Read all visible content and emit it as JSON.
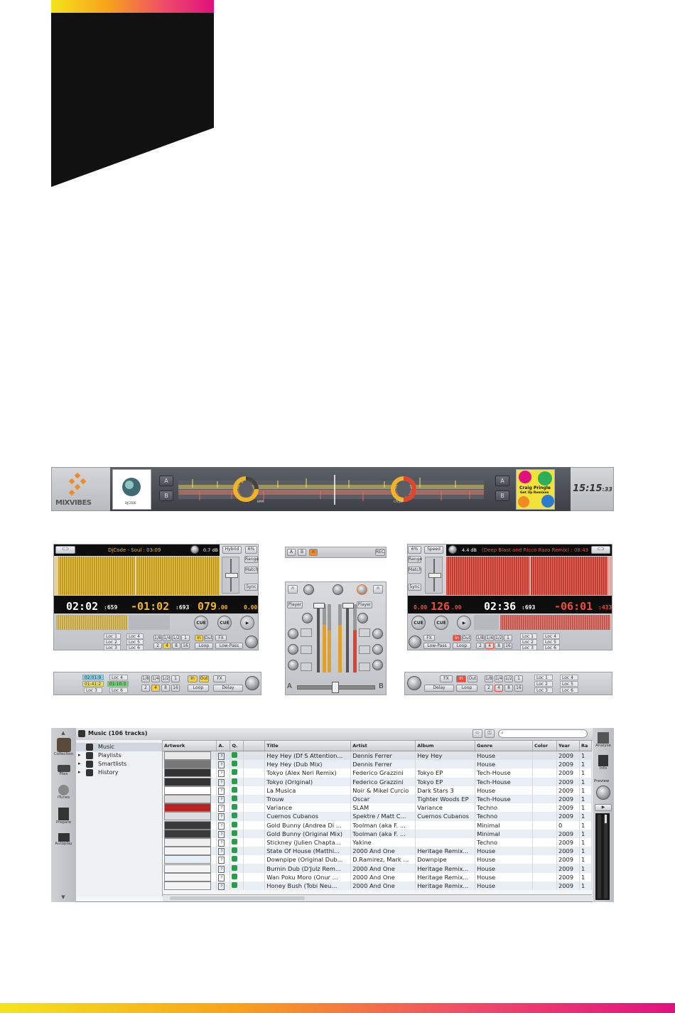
{
  "overview": {
    "deck_a_label": "A",
    "deck_b_label": "B",
    "right_a_label": "A",
    "right_b_label": "B",
    "logo_text": "MIXVIBES",
    "art_left_caption": "DJCODE",
    "art_right_artist": "Craig Pringle",
    "art_right_title": "Get Up Remixes",
    "ring_left_label": "BPM",
    "ring_right_label": "CYCLE",
    "clock_main": "15:15",
    "clock_seconds": ":33"
  },
  "deck_left": {
    "title": "DjCode - Soul : 03:09",
    "gain": "0.7 dB",
    "mode": "Hybrid",
    "pct": "6%",
    "range": "Range",
    "match": "Match",
    "sync": "Sync",
    "time": "02:02",
    "time_ms": ":659",
    "remain": "-01:02",
    "remain_ms": ":693",
    "bpm": "079",
    "bpm_dec": ".00",
    "extra": "0.00",
    "cue1": "CUE",
    "cue2": "CUE",
    "locs": [
      "Loc 1",
      "Loc 2",
      "Loc 3",
      "Loc 4",
      "Loc 5",
      "Loc 6"
    ],
    "loops_top": [
      "1/8",
      "1/4",
      "1/2",
      "1"
    ],
    "loops_bot": [
      "2",
      "4",
      "8",
      "16"
    ],
    "in": "In",
    "out": "Out",
    "loop": "Loop",
    "fx": "FX",
    "filter": "Low-Pass"
  },
  "deck_right": {
    "title": "(Deep Blast and Ricco Razo Remix) : 08:43",
    "gain": "4.4 dB",
    "speed": "Speed",
    "pct": "6%",
    "range": "Range",
    "match": "Match",
    "sync": "Sync",
    "extra": "0.00",
    "bpm": "126",
    "bpm_dec": ".00",
    "time": "02:36",
    "time_ms": ":693",
    "remain": "-06:01",
    "remain_ms": ":433",
    "cue1": "CUE",
    "cue2": "CUE",
    "locs": [
      "Loc 1",
      "Loc 2",
      "Loc 3",
      "Loc 4",
      "Loc 5",
      "Loc 6"
    ],
    "loops_top": [
      "1/8",
      "1/4",
      "1/2",
      "1"
    ],
    "loops_bot": [
      "2",
      "4",
      "8",
      "16"
    ],
    "in": "In",
    "out": "Out",
    "loop": "Loop",
    "fx": "FX",
    "filter": "Low-Pass"
  },
  "fx_left": {
    "cue_a": "02:01:9",
    "cue_b": "01:41:2",
    "cue_c": "01:10:3",
    "locs": [
      "Loc 4",
      "Loc 3",
      "Loc 6"
    ],
    "loops_top": [
      "1/8",
      "1/4",
      "1/2",
      "1"
    ],
    "loops_bot": [
      "2",
      "4",
      "8",
      "16"
    ],
    "in": "In",
    "out": "Out",
    "loop": "Loop",
    "fx": "FX",
    "effect": "Delay"
  },
  "fx_right": {
    "effect": "Delay",
    "fx": "FX",
    "in": "In",
    "out": "Out",
    "loop": "Loop",
    "loops_top": [
      "1/8",
      "1/4",
      "1/2",
      "1"
    ],
    "loops_bot": [
      "2",
      "4",
      "8",
      "16"
    ],
    "locs": [
      "Loc 1",
      "Loc 2",
      "Loc 3",
      "Loc 4",
      "Loc 5",
      "Loc 6"
    ]
  },
  "mixer": {
    "top_a": "A",
    "top_b": "B",
    "rec": "REC",
    "player_left": "Player",
    "player_right": "Player",
    "xfade_a": "A",
    "xfade_b": "B"
  },
  "library": {
    "title": "Music (106 tracks)",
    "search_placeholder": "",
    "sidebar": [
      "Collection",
      "Files",
      "iTunes",
      "Prepare",
      "Autoplay"
    ],
    "tree": [
      "Music",
      "Playlists",
      "Smartlists",
      "History"
    ],
    "right_panel": [
      "Analyse",
      "Info",
      "Preview"
    ],
    "columns": [
      "Artwork",
      "A.",
      "Q.",
      "",
      "Title",
      "Artist",
      "Album",
      "Genre",
      "Color",
      "Year",
      "Ra"
    ],
    "tracks": [
      {
        "title": "Hey Hey (Df S Attention...",
        "artist": "Dennis Ferrer",
        "album": "Hey Hey",
        "genre": "House",
        "year": "2009"
      },
      {
        "title": "Hey Hey (Dub Mix)",
        "artist": "Dennis Ferrer",
        "album": "",
        "genre": "House",
        "year": "2009"
      },
      {
        "title": "Tokyo (Alex Neri Remix)",
        "artist": "Federico Grazzini",
        "album": "Tokyo EP",
        "genre": "Tech-House",
        "year": "2009"
      },
      {
        "title": "Tokyo (Original)",
        "artist": "Federico Grazzini",
        "album": "Tokyo EP",
        "genre": "Tech-House",
        "year": "2009"
      },
      {
        "title": "La Musica",
        "artist": "Noir & Mikel Curcio",
        "album": "Dark Stars 3",
        "genre": "House",
        "year": "2009"
      },
      {
        "title": "Trouw",
        "artist": "Oscar",
        "album": "Tighter Woods EP",
        "genre": "Tech-House",
        "year": "2009"
      },
      {
        "title": "Variance",
        "artist": "SLAM",
        "album": "Variance",
        "genre": "Techno",
        "year": "2009"
      },
      {
        "title": "Cuernos Cubanos",
        "artist": "Spektre / Matt C...",
        "album": "Cuernos Cubanos",
        "genre": "Techno",
        "year": "2009"
      },
      {
        "title": "Gold Bunny (Andrea Di ...",
        "artist": "Toolman (aka F. ...",
        "album": "",
        "genre": "Minimal",
        "year": "0"
      },
      {
        "title": "Gold Bunny (Original Mix)",
        "artist": "Toolman (aka F. ...",
        "album": "",
        "genre": "Minimal",
        "year": "2009"
      },
      {
        "title": "Stickney (Julien Chapta...",
        "artist": "Yakine",
        "album": "",
        "genre": "Techno",
        "year": "2009"
      },
      {
        "title": "State Of House (Matthi...",
        "artist": "2000 And One",
        "album": "Heritage Remix...",
        "genre": "House",
        "year": "2009"
      },
      {
        "title": "Downpipe (Original Dub...",
        "artist": "D.Ramirez, Mark ...",
        "album": "Downpipe",
        "genre": "House",
        "year": "2009"
      },
      {
        "title": "Burnin Dub (D'Julz Rem...",
        "artist": "2000 And One",
        "album": "Heritage Remix...",
        "genre": "House",
        "year": "2009"
      },
      {
        "title": "Wan Poku Moro (Onur ...",
        "artist": "2000 And One",
        "album": "Heritage Remix...",
        "genre": "House",
        "year": "2009"
      },
      {
        "title": "Honey Bush (Tobi Neu...",
        "artist": "2000 And One",
        "album": "Heritage Remix...",
        "genre": "House",
        "year": "2009"
      }
    ],
    "rating": "1"
  }
}
